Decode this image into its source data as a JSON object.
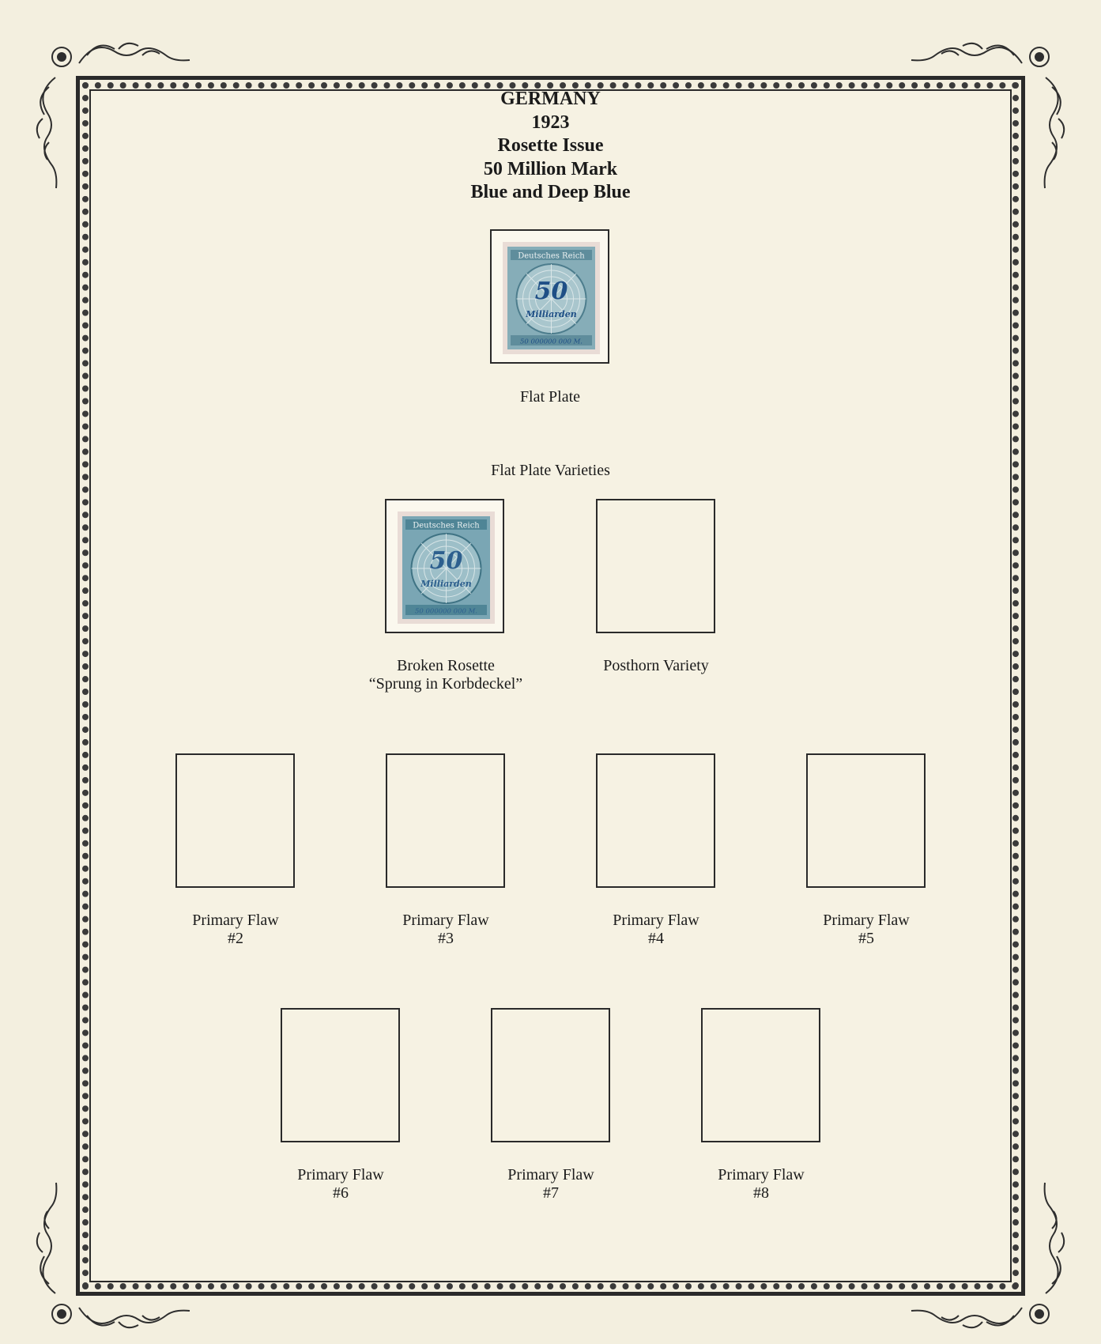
{
  "header": {
    "country": "GERMANY",
    "year": "1923",
    "issue": "Rosette Issue",
    "denomination": "50 Million Mark",
    "color": "Blue and Deep Blue"
  },
  "main_stamp": {
    "caption": "Flat Plate",
    "stamp_text": {
      "top": "Deutsches Reich",
      "numeral": "50",
      "word": "Milliarden",
      "bottom": "50 000000 000 M."
    }
  },
  "varieties": {
    "label": "Flat Plate Varieties",
    "items": [
      {
        "caption_line1": "Broken Rosette",
        "caption_line2": "“Sprung in Korbdeckel”",
        "has_stamp": true
      },
      {
        "caption_line1": "Posthorn Variety",
        "caption_line2": "",
        "has_stamp": false
      }
    ]
  },
  "flaws_row1": [
    {
      "line1": "Primary Flaw",
      "line2": "#2"
    },
    {
      "line1": "Primary Flaw",
      "line2": "#3"
    },
    {
      "line1": "Primary Flaw",
      "line2": "#4"
    },
    {
      "line1": "Primary Flaw",
      "line2": "#5"
    }
  ],
  "flaws_row2": [
    {
      "line1": "Primary Flaw",
      "line2": "#6"
    },
    {
      "line1": "Primary Flaw",
      "line2": "#7"
    },
    {
      "line1": "Primary Flaw",
      "line2": "#8"
    }
  ],
  "colors": {
    "paper": "#f3efdf",
    "frame": "#2a2a2a",
    "stamp_blue": "#7aa6b4",
    "stamp_deep_blue": "#1f4f86"
  }
}
